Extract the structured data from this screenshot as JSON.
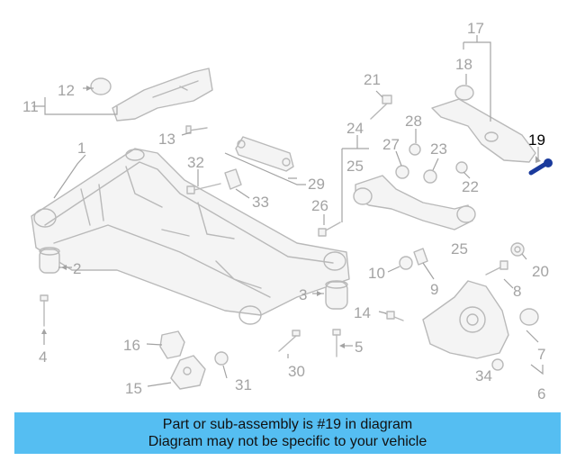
{
  "diagram": {
    "callouts": {
      "c1": "1",
      "c2": "2",
      "c3": "3",
      "c4": "4",
      "c5": "5",
      "c6": "6",
      "c7": "7",
      "c8": "8",
      "c9": "9",
      "c10": "10",
      "c11": "11",
      "c12": "12",
      "c13": "13",
      "c14": "14",
      "c15": "15",
      "c16": "16",
      "c17": "17",
      "c18": "18",
      "c19": "19",
      "c20": "20",
      "c21": "21",
      "c22": "22",
      "c23": "23",
      "c24": "24",
      "c25a": "25",
      "c25b": "25",
      "c26": "26",
      "c27": "27",
      "c28": "28",
      "c29": "29",
      "c30": "30",
      "c31": "31",
      "c32": "32",
      "c33": "33",
      "c34": "34"
    },
    "highlighted_part": "19",
    "colors": {
      "parts": "#b9b9b9",
      "labels": "#a3a3a3",
      "highlight": "#000000",
      "highlight_part": "#1a3a9c"
    }
  },
  "banner": {
    "line1": "Part or sub-assembly is #19 in diagram",
    "line2": "Diagram may not be specific to your vehicle",
    "color": "#55bef2"
  }
}
